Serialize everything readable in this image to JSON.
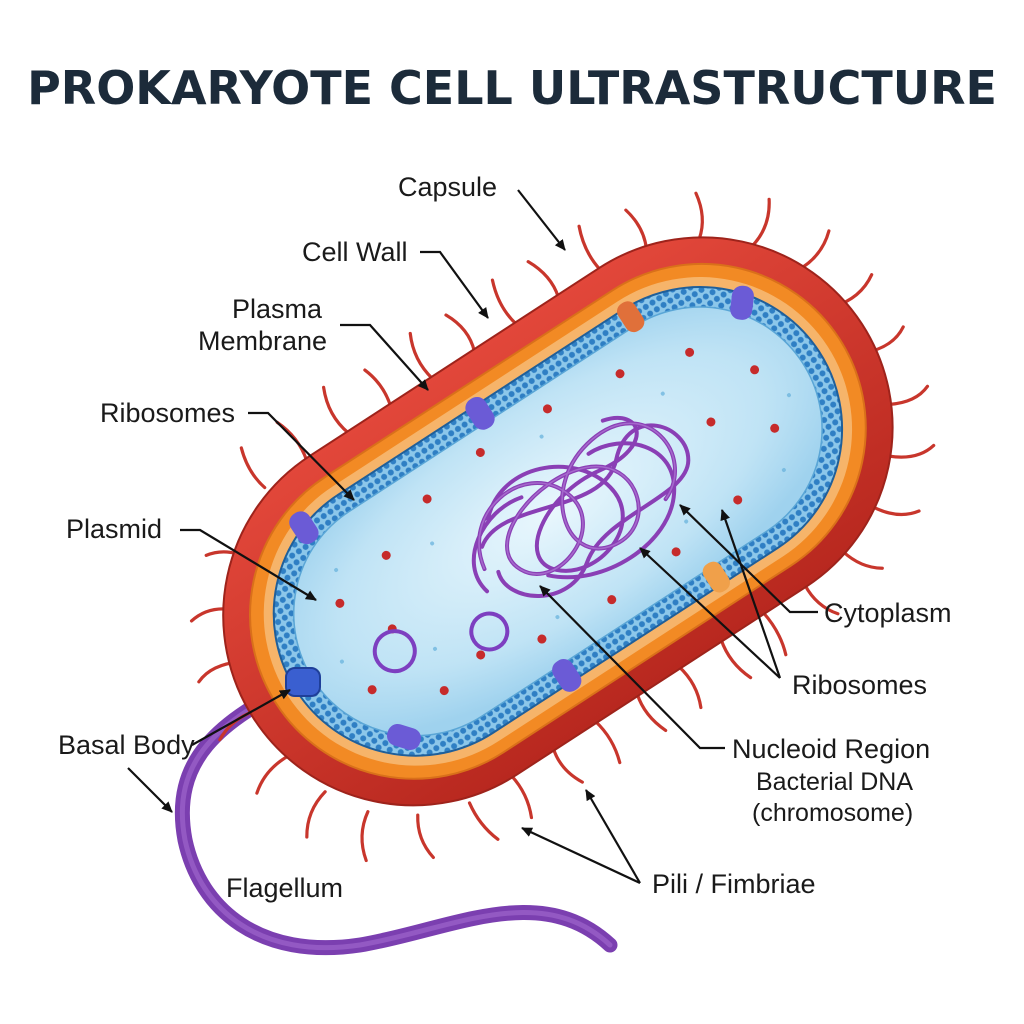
{
  "title": "PROKARYOTE CELL ULTRASTRUCTURE",
  "labels": {
    "capsule": "Capsule",
    "cell_wall": "Cell Wall",
    "plasma_membrane_1": "Plasma",
    "plasma_membrane_2": "Membrane",
    "ribosomes_left": "Ribosomes",
    "plasmid": "Plasmid",
    "basal_body": "Basal Body",
    "flagellum": "Flagellum",
    "cytoplasm": "Cytoplasm",
    "ribosomes_right": "Ribosomes",
    "nucleoid_region": "Nucleoid Region",
    "bacterial_dna": "Bacterial DNA",
    "chromosome": "(chromosome)",
    "pili": "Pili / Fimbriae"
  },
  "colors": {
    "capsule": "#d63a2f",
    "capsule_dark": "#b52a22",
    "cell_wall": "#f28a24",
    "membrane": "#2f7fc4",
    "cytoplasm": "#bfe3f5",
    "dna": "#8a3fb5",
    "ribosome": "#c62b2b",
    "protein": "#6b5bd6",
    "flagellum": "#7b3fb0"
  },
  "icons": {
    "leader": "arrow-leader",
    "structure": "cell-diagram"
  }
}
